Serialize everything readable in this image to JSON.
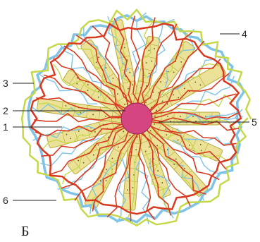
{
  "figure": {
    "caption": "Б",
    "colors": {
      "cords": "#e8dd86",
      "cord_edge": "#b8a93a",
      "central_vein": "#d6457f",
      "arteries": "#d83a20",
      "veins": "#7fc4e6",
      "bile_ducts": "#c6d84a"
    },
    "labels": [
      {
        "id": "1",
        "text": "1"
      },
      {
        "id": "2",
        "text": "2"
      },
      {
        "id": "3",
        "text": "3"
      },
      {
        "id": "4",
        "text": "4"
      },
      {
        "id": "5",
        "text": "5"
      },
      {
        "id": "6",
        "text": "6"
      }
    ]
  }
}
